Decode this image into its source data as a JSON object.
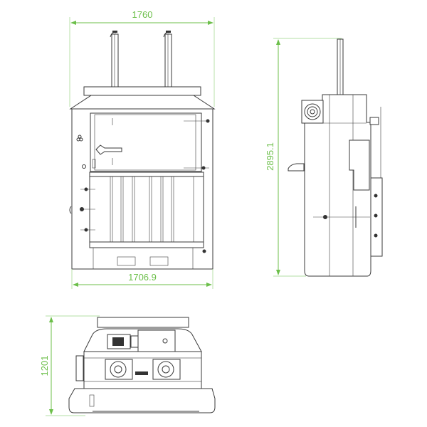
{
  "drawing": {
    "front_view": {
      "width_top": "1760",
      "width_bottom": "1706.9"
    },
    "side_view": {
      "height": "2895.1"
    },
    "top_view": {
      "depth": "1201"
    }
  },
  "colors": {
    "dimension": "#6cbf4a",
    "line": "#3a3a3a"
  }
}
